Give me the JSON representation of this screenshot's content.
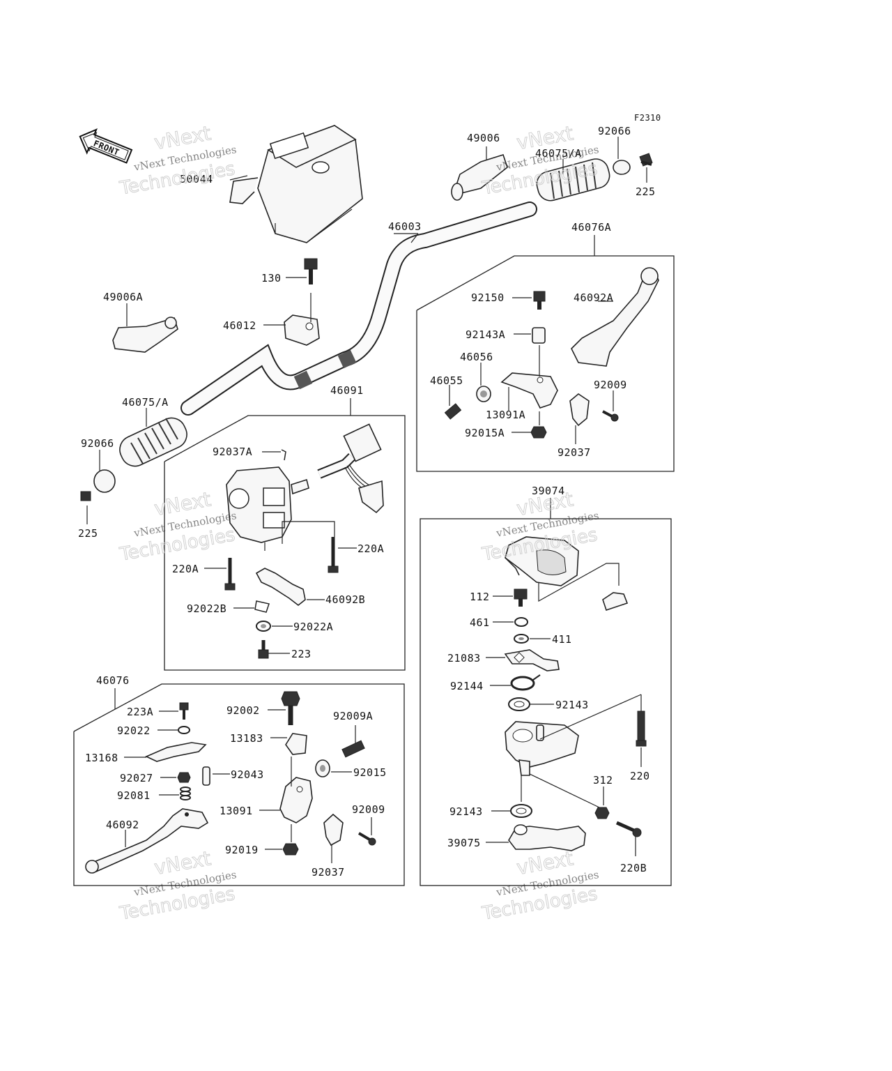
{
  "figure_code": "F2310",
  "front_arrow": "FRONT",
  "watermark": {
    "line1": "vNext",
    "line2": "vNext Technologies",
    "line3": "Technologies"
  },
  "labels": {
    "p50044": "50044",
    "p49006": "49006",
    "p46075_top": "46075/A",
    "p92066_top": "92066",
    "p225_top": "225",
    "p46003": "46003",
    "p46076A": "46076A",
    "p130": "130",
    "p49006A": "49006A",
    "p46012": "46012",
    "p92150": "92150",
    "p46092A": "46092A",
    "p92143A": "92143A",
    "p46056": "46056",
    "p46055": "46055",
    "p92009_r": "92009",
    "p13091A": "13091A",
    "p92015A": "92015A",
    "p92037_r": "92037",
    "p46075_left": "46075/A",
    "p46091": "46091",
    "p92066_left": "92066",
    "p92037A": "92037A",
    "p225_left": "225",
    "p220A_r": "220A",
    "p220A_l": "220A",
    "p92022B": "92022B",
    "p46092B": "46092B",
    "p92022A": "92022A",
    "p223": "223",
    "p39074": "39074",
    "p112": "112",
    "p461": "461",
    "p411": "411",
    "p21083": "21083",
    "p92144": "92144",
    "p92143_a": "92143",
    "p220": "220",
    "p312": "312",
    "p92143_b": "92143",
    "p39075": "39075",
    "p220B": "220B",
    "p46076": "46076",
    "p223A": "223A",
    "p92002": "92002",
    "p92009A": "92009A",
    "p92022": "92022",
    "p13183": "13183",
    "p13168": "13168",
    "p92027": "92027",
    "p92043": "92043",
    "p92015": "92015",
    "p92081": "92081",
    "p13091": "13091",
    "p92009_b": "92009",
    "p46092": "46092",
    "p92019": "92019",
    "p92037_b": "92037"
  }
}
